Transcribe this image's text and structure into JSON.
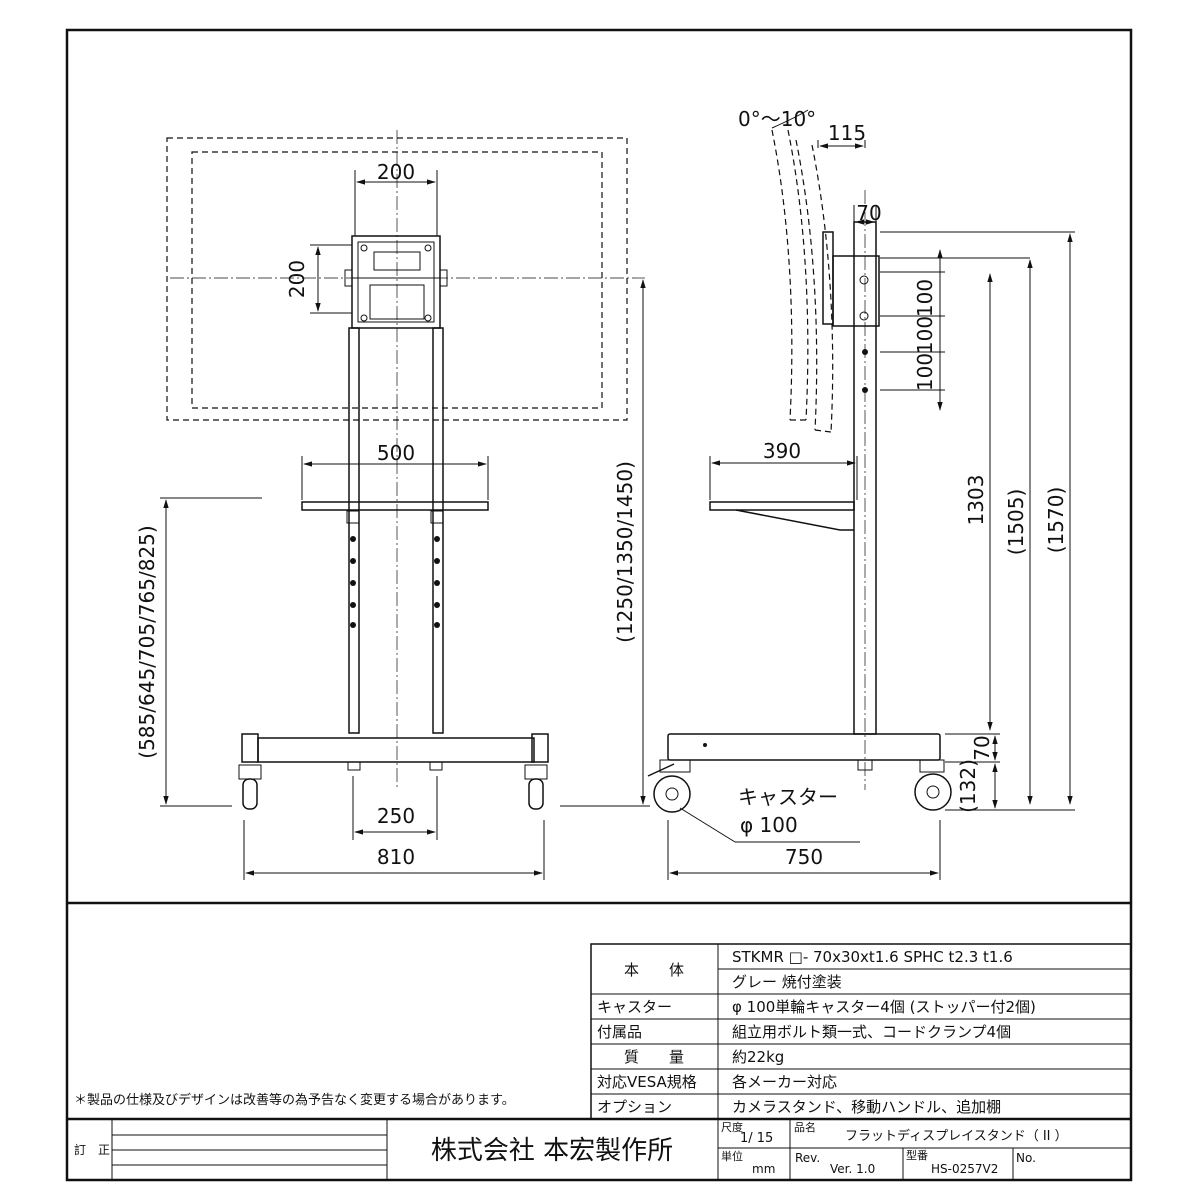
{
  "front_view": {
    "dim_vesa_h": "200",
    "dim_vesa_v": "200",
    "dim_shelf_width": "500",
    "dim_shelf_height": "(585/645/705/765/825)",
    "dim_mount_height": "(1250/1350/1450)",
    "dim_wheel_inner": "250",
    "dim_base_width": "810"
  },
  "side_view": {
    "tilt_angle": "0°〜10°",
    "dim_mount_offset": "115",
    "dim_pole_depth": "70",
    "dim_pitch_1": "100",
    "dim_pitch_2": "100",
    "dim_pitch_3": "100",
    "dim_shelf_depth": "390",
    "dim_height_1303": "1303",
    "dim_height_1505": "(1505)",
    "dim_height_1570": "(1570)",
    "dim_base_height": "70",
    "dim_caster_height": "(132)",
    "caster_label": "キャスター",
    "caster_diameter": "φ 100",
    "dim_base_depth": "750"
  },
  "spec_table": {
    "rows": [
      {
        "label": "本　　体",
        "values": [
          "STKMR □- 70x30xt1.6  SPHC t2.3  t1.6",
          "グレー 焼付塗装"
        ]
      },
      {
        "label": "キャスター",
        "values": [
          "φ 100単輪キャスター4個 (ストッパー付2個)"
        ]
      },
      {
        "label": "付属品",
        "values": [
          "組立用ボルト類一式、コードクランプ4個"
        ]
      },
      {
        "label": "質　　量",
        "values": [
          "約22kg"
        ]
      },
      {
        "label": "対応VESA規格",
        "values": [
          "各メーカー対応"
        ]
      },
      {
        "label": "オプション",
        "values": [
          "カメラスタンド、移動ハンドル、追加棚"
        ]
      }
    ]
  },
  "note": "＊製品の仕様及びデザインは改善等の為予告なく変更する場合があります。",
  "title_block": {
    "revision_label": "訂　正",
    "company": "株式会社 本宏製作所",
    "scale_label": "尺度",
    "scale_value": "1/ 15",
    "unit_label": "単位",
    "unit_value": "mm",
    "product_label": "品名",
    "product_name": "フラットディスプレイスタンド（ II ）",
    "rev_label": "Rev.",
    "rev_value": "Ver. 1.0",
    "model_label": "型番",
    "model_value": "HS-0257V2",
    "no_label": "No."
  }
}
